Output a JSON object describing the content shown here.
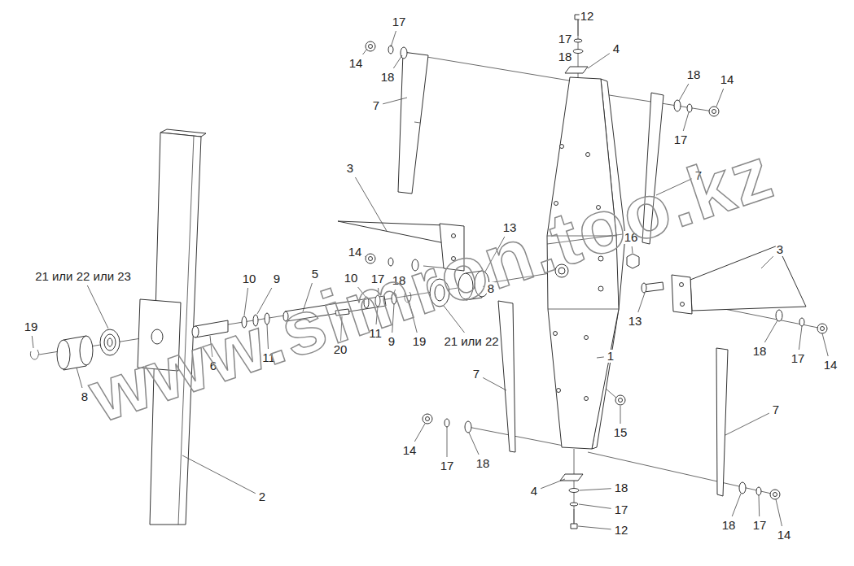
{
  "diagram": {
    "labels": [
      "17",
      "14",
      "18",
      "7",
      "12",
      "17",
      "18",
      "4",
      "18",
      "14",
      "17",
      "7",
      "3",
      "13",
      "16",
      "3",
      "14",
      "10",
      "9",
      "5",
      "10",
      "17",
      "18",
      "21 или 22 или 23",
      "8",
      "19",
      "11",
      "20",
      "11",
      "9",
      "19",
      "21 или 22",
      "6",
      "8",
      "13",
      "1",
      "18",
      "17",
      "14",
      "7",
      "7",
      "15",
      "14",
      "17",
      "18",
      "2",
      "4",
      "18",
      "17",
      "12",
      "18",
      "17",
      "14",
      "www.simron.too.kz"
    ]
  }
}
